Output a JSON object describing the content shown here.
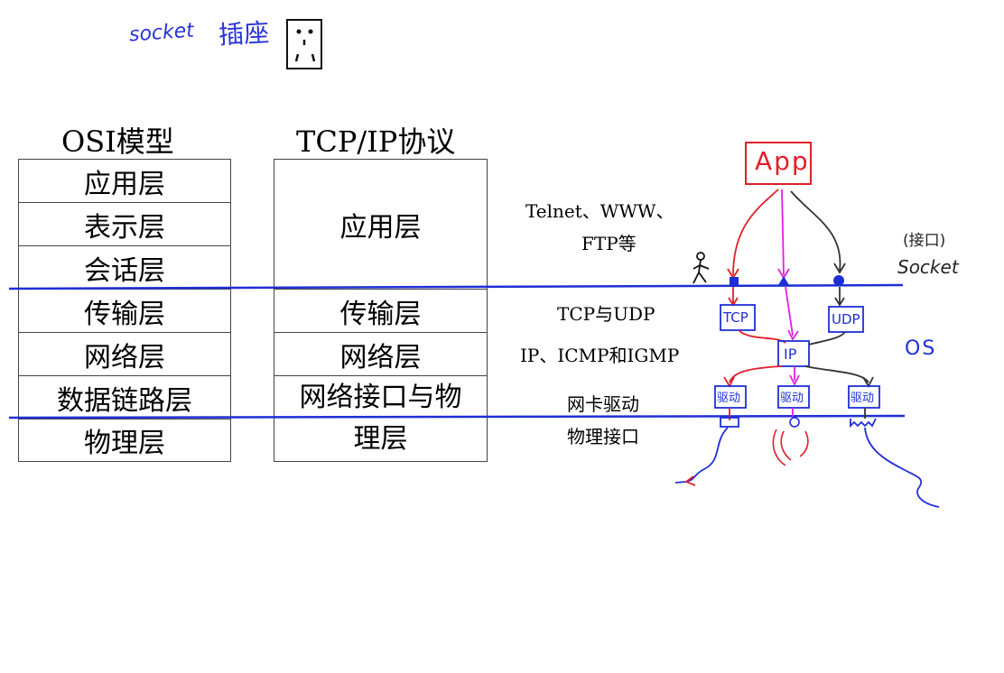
{
  "handwritten_top": {
    "socket": "socket",
    "chinese": "插座"
  },
  "osi": {
    "title": "OSI模型",
    "layers": [
      "应用层",
      "表示层",
      "会话层",
      "传输层",
      "网络层",
      "数据链路层",
      "物理层"
    ]
  },
  "tcpip": {
    "title": "TCP/IP协议",
    "layers": [
      "应用层",
      "传输层",
      "网络层",
      "网络接口与物",
      "理层"
    ]
  },
  "protocols": {
    "app_line1": "Telnet、WWW、",
    "app_line2": "FTP等",
    "transport": "TCP与UDP",
    "network": "IP、ICMP和IGMP",
    "link_line1": "网卡驱动",
    "link_line2": "物理接口"
  },
  "sketch": {
    "app": "App",
    "tcp": "TCP",
    "udp": "UDP",
    "ip": "IP",
    "driver": "驱动",
    "os": "OS",
    "socket_paren": "(接口)",
    "socket": "Socket"
  },
  "colors": {
    "ink_blue": "#1f2fd6",
    "red": "#e0202a",
    "magenta": "#e020e0",
    "dark": "#333333"
  }
}
